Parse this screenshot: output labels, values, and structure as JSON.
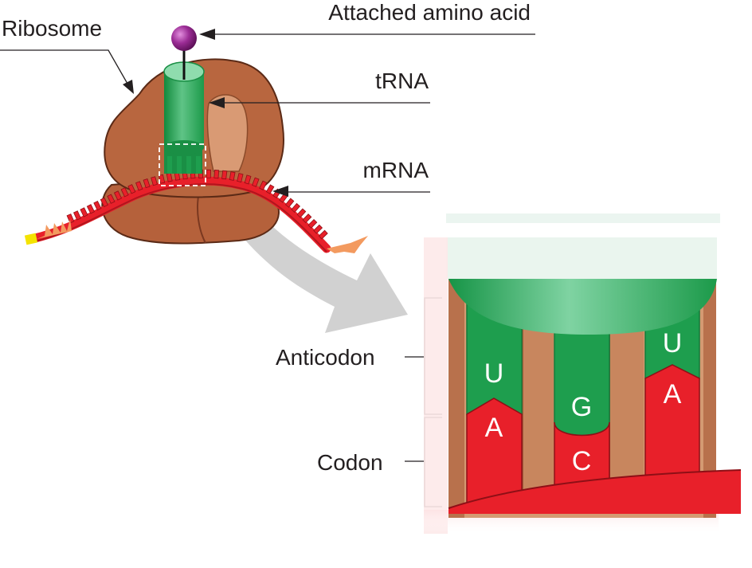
{
  "labels": {
    "amino_acid": "Attached amino acid",
    "ribosome": "Ribosome",
    "trna": "tRNA",
    "mrna": "mRNA",
    "anticodon": "Anticodon",
    "codon": "Codon"
  },
  "anticodon_bases": [
    "U",
    "G",
    "U"
  ],
  "codon_bases": [
    "A",
    "C",
    "A"
  ],
  "colors": {
    "ribosome": "#b8663f",
    "ribosome_edge": "#5b2a16",
    "trna": "#1e9e4e",
    "trna_light": "#62c589",
    "mrna": "#e8202a",
    "mrna_dark": "#8e0f16",
    "amino_acid": "#9b2c95",
    "tan": "#d49a72",
    "brown_column": "#b8714c",
    "arrow_gray": "#c9c9c9",
    "tail_orange": "#f39a5f",
    "tail_yellow": "#f4e300"
  }
}
